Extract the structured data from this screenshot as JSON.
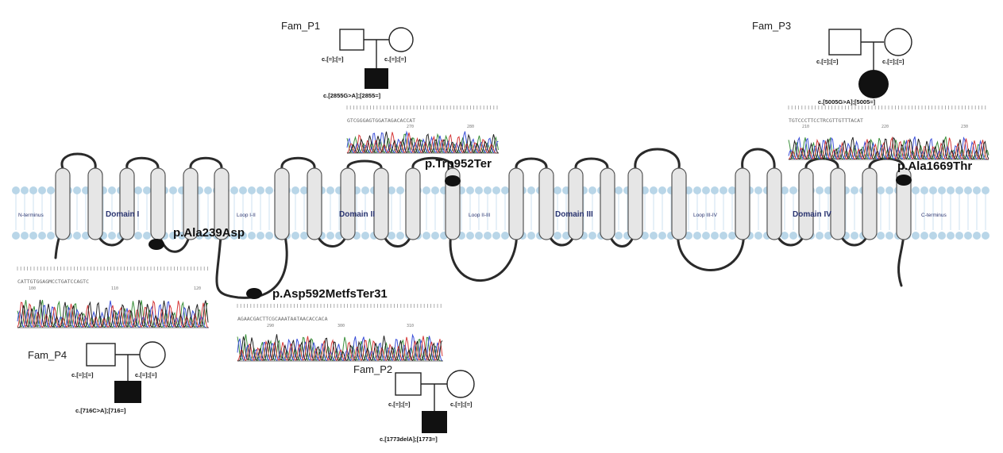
{
  "colors": {
    "membrane_lipid": "#b9d6e8",
    "membrane_tail": "#d6e6f2",
    "helix_fill": "#e6e6e6",
    "helix_stroke": "#555555",
    "loop": "#2a2a2a",
    "site_marker": "#111111",
    "trace_a": "#3a8f3a",
    "trace_b": "#3b4fd8",
    "trace_c": "#d63a3a",
    "trace_d": "#222222"
  },
  "membrane": {
    "n_terminus": "N-terminus",
    "c_terminus": "C-terminus",
    "domains": [
      "Domain I",
      "Domain II",
      "Domain III",
      "Domain IV"
    ],
    "loops": [
      "Loop I-II",
      "Loop II-III",
      "Loop III-IV"
    ]
  },
  "variants": {
    "p_ala239asp": "p.Ala239Asp",
    "p_asp592": "p.Asp592MetfsTer31",
    "p_trp952ter": "p.Trp952Ter",
    "p_ala1669thr": "p.Ala1669Thr"
  },
  "pedigrees": {
    "p1": {
      "name": "Fam_P1",
      "father": "c.[=];[=]",
      "mother": "c.[=];[=]",
      "child": "c.[2855G>A];[2855=]"
    },
    "p2": {
      "name": "Fam_P2",
      "father": "c.[=];[=]",
      "mother": "c.[=];[=]",
      "child": "c.[1773delA];[1773=]"
    },
    "p3": {
      "name": "Fam_P3",
      "father": "c.[=];[=]",
      "mother": "c.[=];[=]",
      "child": "c.[5005G>A];[5005=]"
    },
    "p4": {
      "name": "Fam_P4",
      "father": "c.[=];[=]",
      "mother": "c.[=];[=]",
      "child": "c.[716C>A];[716=]"
    }
  },
  "chromatograms": {
    "ala239asp": {
      "sequence": "CATTGTGGAGMCCTGATCCAGTC",
      "ticks": [
        "100",
        "110",
        "120"
      ]
    },
    "asp592": {
      "sequence": "AGAACGACTTCGCAAATAATAACACCACA",
      "ticks": [
        "290",
        "300",
        "310"
      ]
    },
    "trp952ter": {
      "sequence": "GTCGGGAGTGGATAGACACCAT",
      "ticks": [
        "270",
        "280"
      ]
    },
    "ala1669thr": {
      "sequence": "TGTCCCTTCCTRCGTTGTTTACAT",
      "ticks": [
        "210",
        "220",
        "230"
      ]
    }
  }
}
